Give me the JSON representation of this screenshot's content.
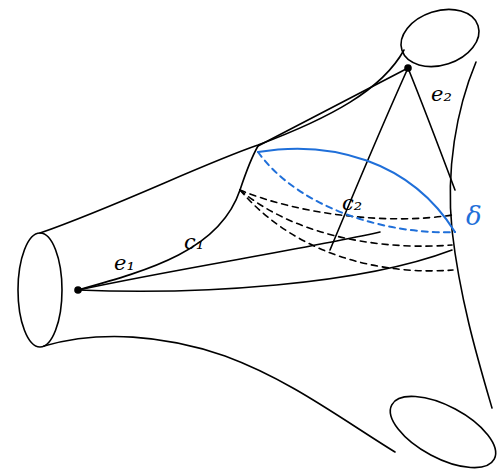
{
  "diagram": {
    "labels": [
      "e₁",
      "c₁",
      "c₂",
      "e₂",
      "δ"
    ]
  }
}
